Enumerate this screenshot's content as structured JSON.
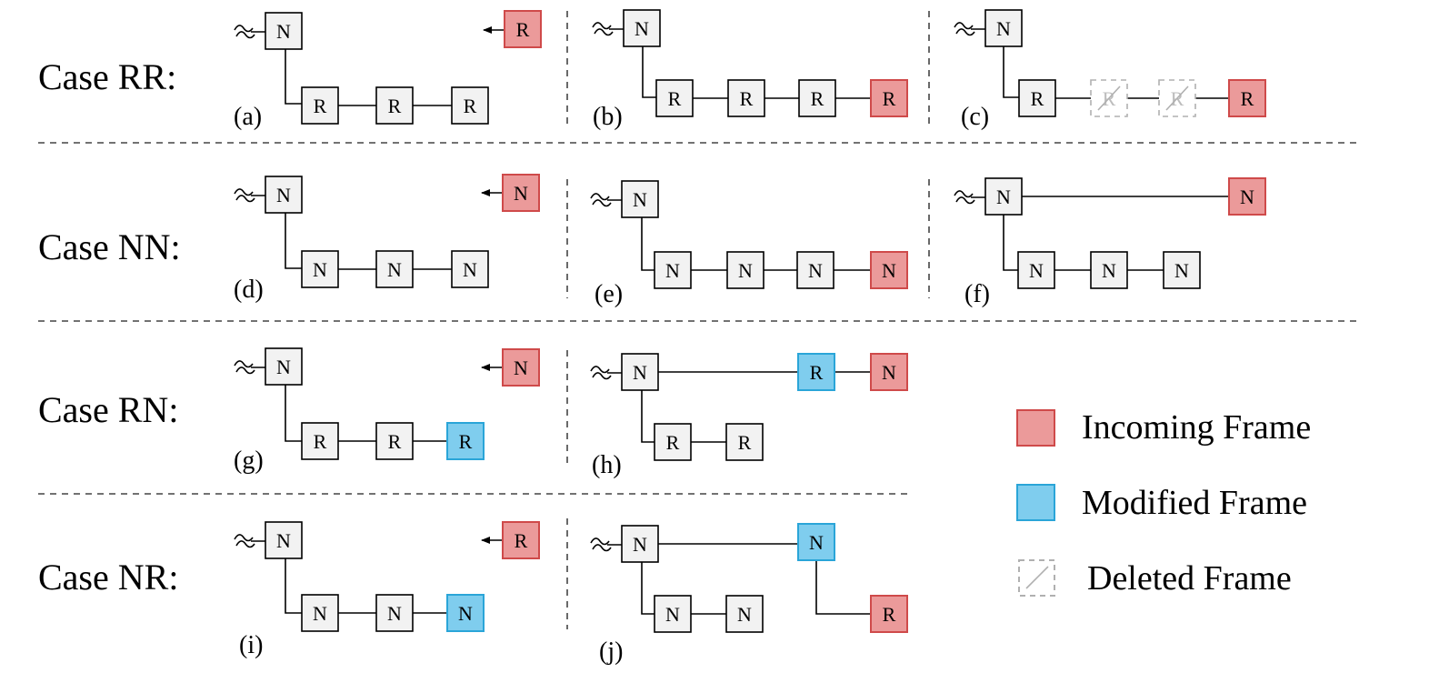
{
  "cases": [
    {
      "id": "rr",
      "label": "Case RR:"
    },
    {
      "id": "nn",
      "label": "Case NN:"
    },
    {
      "id": "rn",
      "label": "Case RN:"
    },
    {
      "id": "nr",
      "label": "Case NR:"
    }
  ],
  "subfigures": [
    "(a)",
    "(b)",
    "(c)",
    "(d)",
    "(e)",
    "(f)",
    "(g)",
    "(h)",
    "(i)",
    "(j)"
  ],
  "legend": {
    "incoming": "Incoming Frame",
    "modified": "Modified Frame",
    "deleted": "Deleted Frame"
  },
  "frame_types": {
    "ref": "R",
    "non_ref": "N"
  },
  "colors": {
    "normal_fill": "#f2f2f2",
    "incoming_fill": "#eb9a9a",
    "incoming_stroke": "#cf4a4a",
    "modified_fill": "#7fcdee",
    "modified_stroke": "#2aa5d8",
    "deleted_stroke": "#b0b0b0"
  }
}
